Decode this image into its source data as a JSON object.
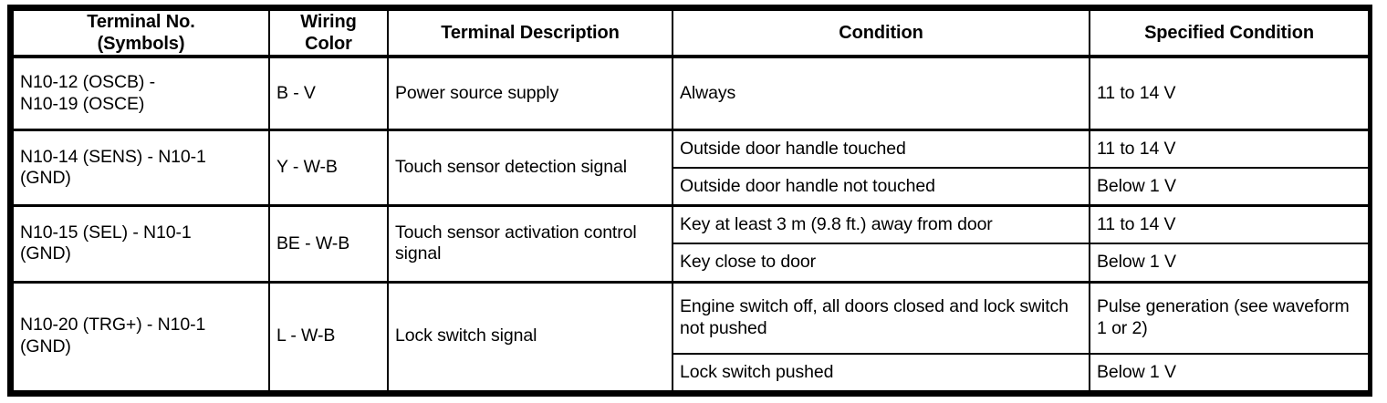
{
  "table": {
    "columns": [
      {
        "key": "terminal",
        "header": "Terminal No.\n(Symbols)"
      },
      {
        "key": "wiring",
        "header": "Wiring\nColor"
      },
      {
        "key": "desc",
        "header": "Terminal Description"
      },
      {
        "key": "condition",
        "header": "Condition"
      },
      {
        "key": "specified",
        "header": "Specified Condition"
      }
    ],
    "headers": {
      "terminal_line1": "Terminal No.",
      "terminal_line2": "(Symbols)",
      "wiring_line1": "Wiring",
      "wiring_line2": "Color",
      "description": "Terminal Description",
      "condition": "Condition",
      "specified_condition": "Specified Condition"
    },
    "groups": [
      {
        "terminal": "N10-12 (OSCB) - N10-19 (OSCE)",
        "terminal_line1": "N10-12 (OSCB) -",
        "terminal_line2": "N10-19 (OSCE)",
        "wiring": "B - V",
        "description": "Power source supply",
        "rows": [
          {
            "condition": "Always",
            "specified": "11 to 14 V"
          }
        ]
      },
      {
        "terminal": "N10-14 (SENS) - N10-1 (GND)",
        "terminal_line1": "N10-14 (SENS) - N10-1",
        "terminal_line2": "(GND)",
        "wiring": "Y - W-B",
        "description": "Touch sensor detection signal",
        "rows": [
          {
            "condition": "Outside door handle touched",
            "specified": "11 to 14 V"
          },
          {
            "condition": "Outside door handle not touched",
            "specified": "Below 1 V"
          }
        ]
      },
      {
        "terminal": "N10-15 (SEL) - N10-1 (GND)",
        "terminal_line1": "N10-15 (SEL) - N10-1",
        "terminal_line2": "(GND)",
        "wiring": "BE - W-B",
        "description": "Touch sensor activation control signal",
        "rows": [
          {
            "condition": "Key at least 3 m (9.8 ft.) away from door",
            "specified": "11 to 14 V"
          },
          {
            "condition": "Key close to door",
            "specified": "Below 1 V"
          }
        ]
      },
      {
        "terminal": "N10-20 (TRG+) - N10-1 (GND)",
        "terminal_line1": "N10-20 (TRG+) - N10-1",
        "terminal_line2": "(GND)",
        "wiring": "L - W-B",
        "description": "Lock switch signal",
        "rows": [
          {
            "condition": "Engine switch off, all doors closed and lock switch not pushed",
            "specified": "Pulse generation (see waveform 1 or 2)"
          },
          {
            "condition": "Lock switch pushed",
            "specified": "Below 1 V"
          }
        ]
      }
    ]
  },
  "colors": {
    "border": "#000000",
    "text": "#000000",
    "background": "#ffffff"
  }
}
